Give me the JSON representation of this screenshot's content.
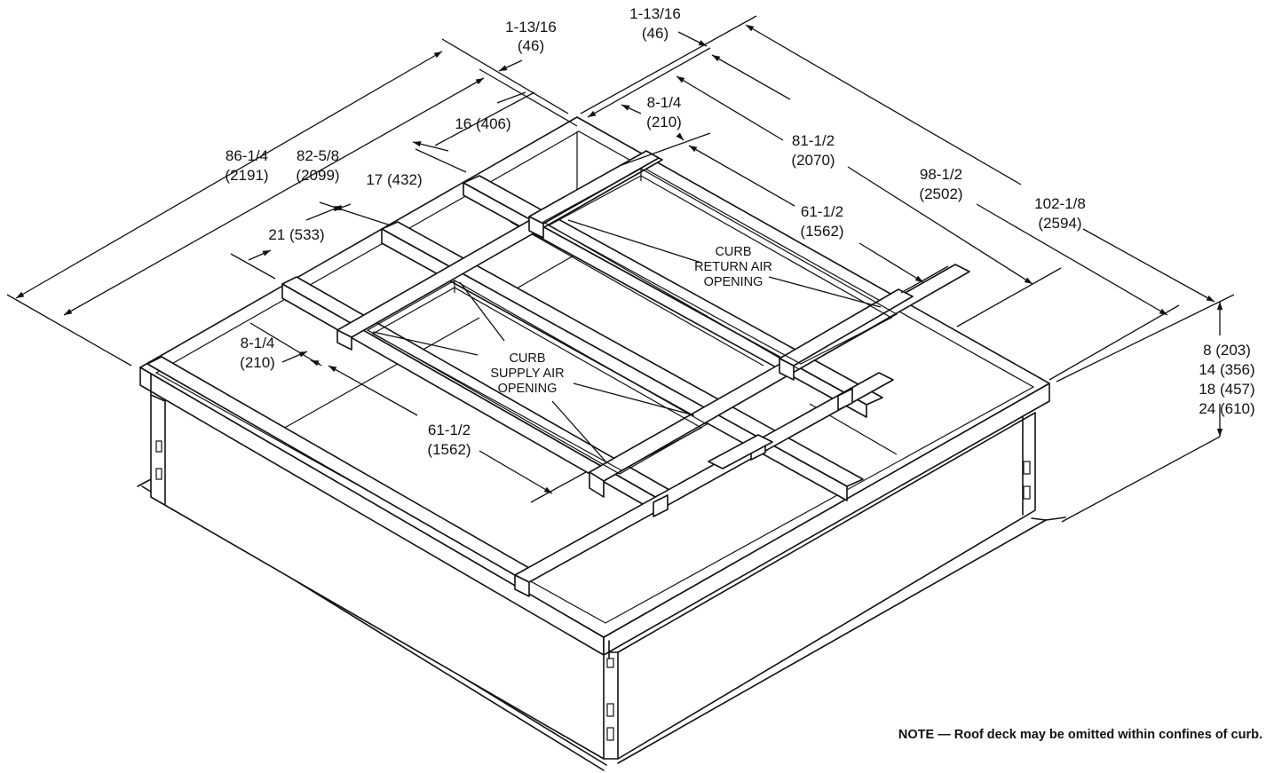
{
  "labels": {
    "dim_86_1_4": "86-1/4",
    "dim_2191": "(2191)",
    "dim_82_5_8": "82-5/8",
    "dim_2099": "(2099)",
    "dim_17_432": "17 (432)",
    "dim_16_406": "16 (406)",
    "dim_21_533": "21 (533)",
    "dim_1_13_16_a": "1-13/16",
    "dim_46_a": "(46)",
    "dim_1_13_16_b": "1-13/16",
    "dim_46_b": "(46)",
    "dim_8_1_4_a": "8-1/4",
    "dim_210_a": "(210)",
    "dim_81_1_2": "81-1/2",
    "dim_2070": "(2070)",
    "dim_98_1_2": "98-1/2",
    "dim_2502": "(2502)",
    "dim_102_1_8": "102-1/8",
    "dim_2594": "(2594)",
    "dim_61_1_2_a": "61-1/2",
    "dim_1562_a": "(1562)",
    "curb_return_1": "CURB",
    "curb_return_2": "RETURN AIR",
    "curb_return_3": "OPENING",
    "curb_supply_1": "CURB",
    "curb_supply_2": "SUPPLY AIR",
    "curb_supply_3": "OPENING",
    "dim_8_1_4_b": "8-1/4",
    "dim_210_b": "(210)",
    "dim_61_1_2_b": "61-1/2",
    "dim_1562_b": "(1562)",
    "height_1": "8 (203)",
    "height_2": "14 (356)",
    "height_3": "18 (457)",
    "height_4": "24 (610)",
    "note": "NOTE — Roof deck may be omitted within confines of curb."
  }
}
